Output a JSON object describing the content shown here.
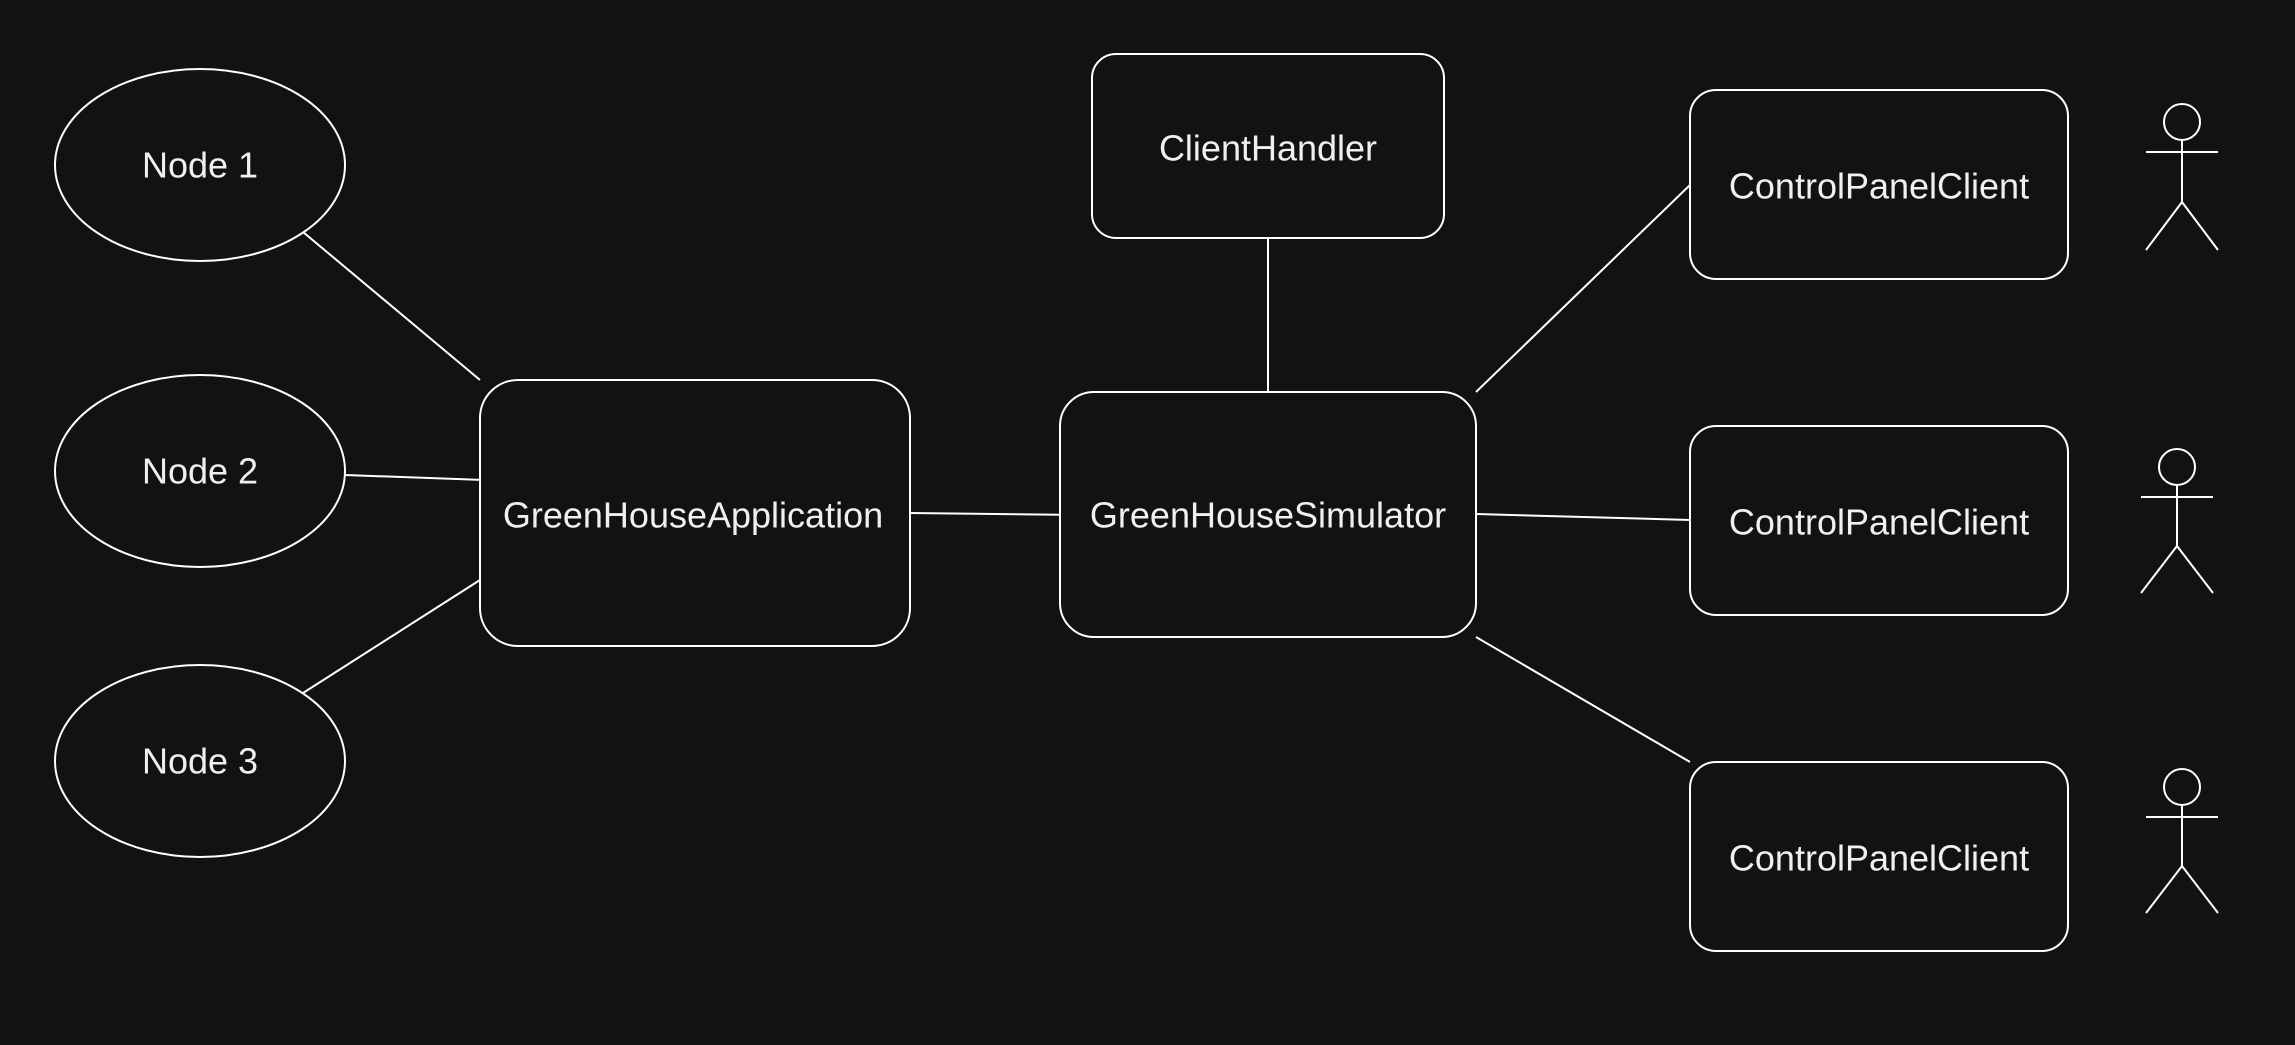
{
  "nodes": {
    "node1": "Node 1",
    "node2": "Node 2",
    "node3": "Node 3",
    "greenhouse_application": "GreenHouseApplication",
    "greenhouse_simulator": "GreenHouseSimulator",
    "client_handler": "ClientHandler",
    "control_panel_client_1": "ControlPanelClient",
    "control_panel_client_2": "ControlPanelClient",
    "control_panel_client_3": "ControlPanelClient"
  },
  "edges": [
    [
      "node1",
      "greenhouse_application"
    ],
    [
      "node2",
      "greenhouse_application"
    ],
    [
      "node3",
      "greenhouse_application"
    ],
    [
      "greenhouse_application",
      "greenhouse_simulator"
    ],
    [
      "client_handler",
      "greenhouse_simulator"
    ],
    [
      "greenhouse_simulator",
      "control_panel_client_1"
    ],
    [
      "greenhouse_simulator",
      "control_panel_client_2"
    ],
    [
      "greenhouse_simulator",
      "control_panel_client_3"
    ]
  ],
  "colors": {
    "background": "#121212",
    "stroke": "#ffffff",
    "text": "#f0f0f0"
  }
}
